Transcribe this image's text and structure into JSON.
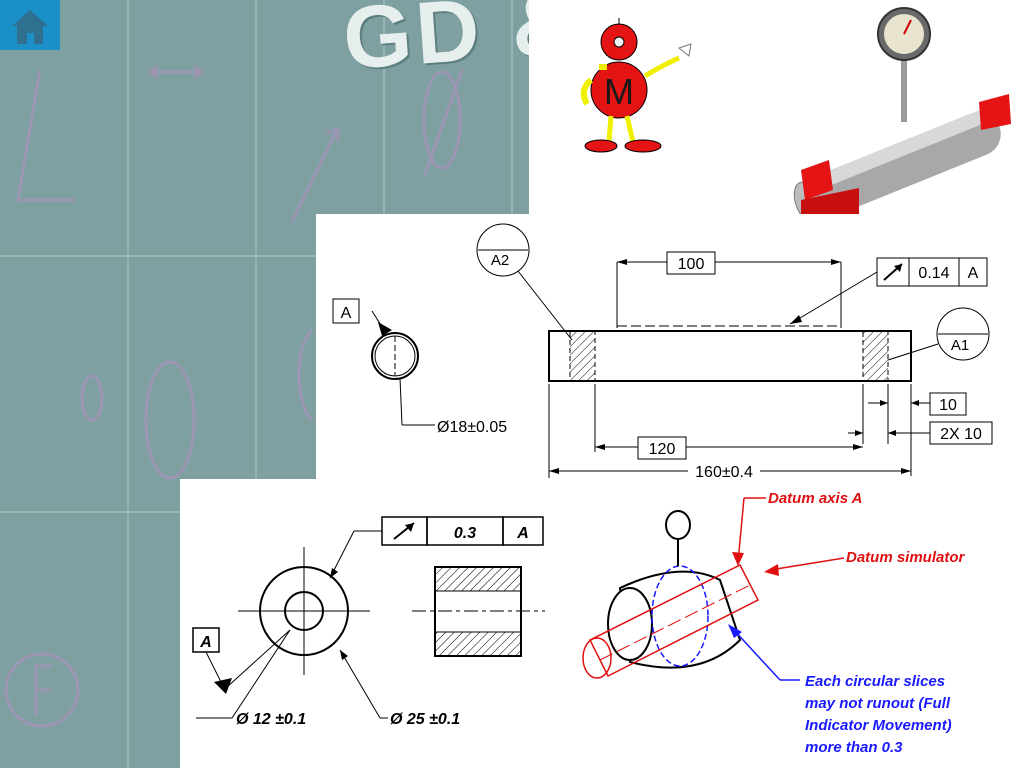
{
  "title_partial": "GD &",
  "home_button": {
    "icon": "home-icon"
  },
  "gear_character": {
    "letter": "M"
  },
  "top_drawing": {
    "datum_label": "A",
    "diameter_callout": "Ø18±0.05",
    "section_left": "A2",
    "section_right": "A1",
    "dim_100": "100",
    "dim_120": "120",
    "dim_total": "160±0.4",
    "dim_10": "10",
    "dim_2x10": "2X 10",
    "fcf": {
      "tolerance": "0.14",
      "datum": "A"
    }
  },
  "bottom_drawing": {
    "datum_label": "A",
    "inner_diameter": "Ø 12 ±0.1",
    "outer_diameter": "Ø 25 ±0.1",
    "fcf": {
      "tolerance": "0.3",
      "datum": "A"
    },
    "callout_datum_axis": "Datum axis A",
    "callout_simulator": "Datum simulator",
    "note_line1": "Each circular slices",
    "note_line2": "may not runout  (Full",
    "note_line3": "Indicator Movement)",
    "note_line4": "more than 0.3"
  }
}
